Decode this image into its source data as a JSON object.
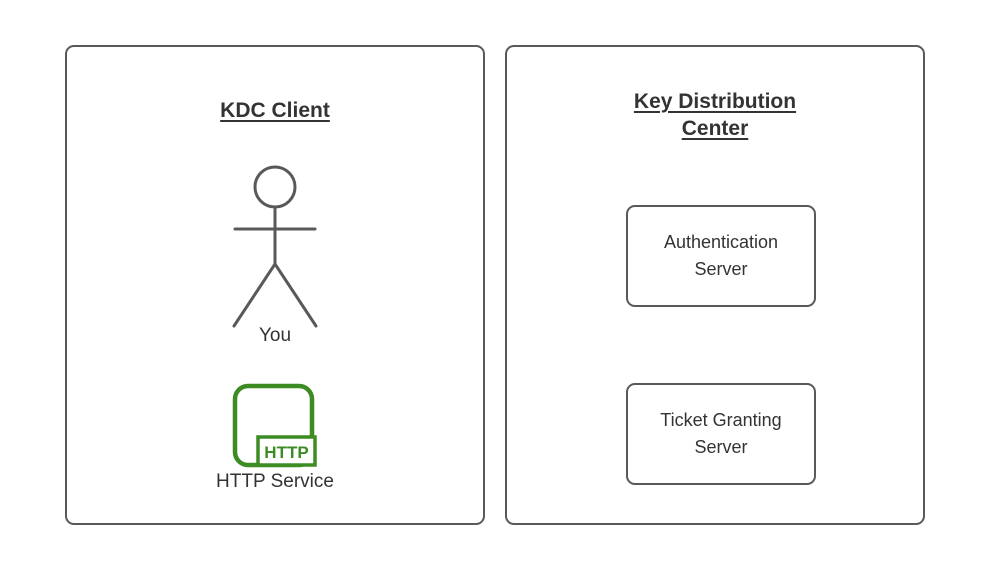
{
  "colors": {
    "border_gray": "#595959",
    "text": "#333333",
    "service_green": "#3c8c23",
    "background": "#ffffff"
  },
  "left_panel": {
    "title": "KDC Client",
    "actor_label": "You",
    "service_badge": "HTTP",
    "service_label": "HTTP Service"
  },
  "right_panel": {
    "title": "Key Distribution Center",
    "nodes": [
      {
        "label": "Authentication Server"
      },
      {
        "label": "Ticket Granting Server"
      }
    ]
  }
}
